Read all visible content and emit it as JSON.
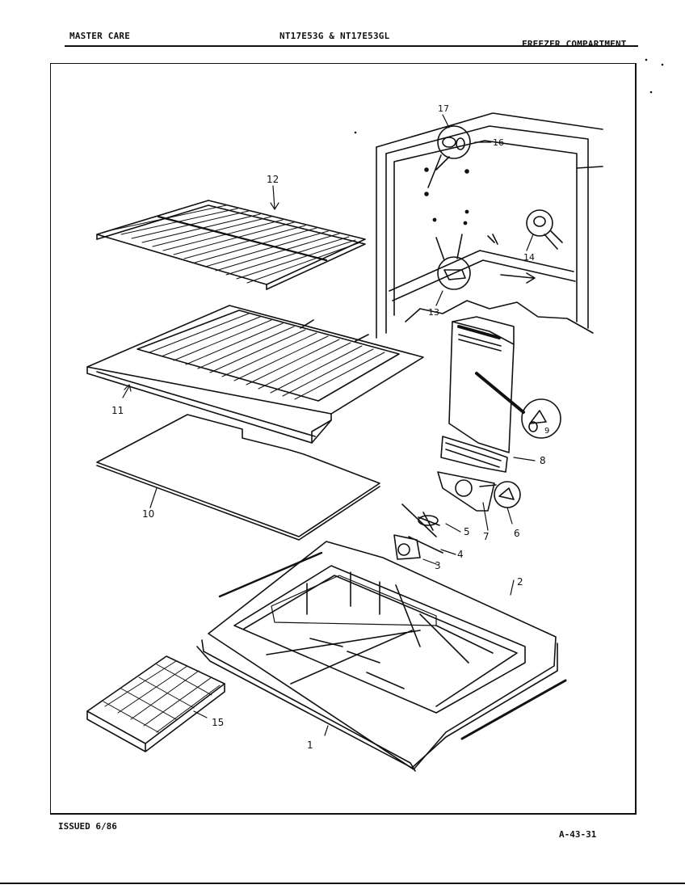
{
  "header": {
    "brand": "MASTER CARE",
    "models": "NT17E53G & NT17E53GL",
    "section": "FREEZER COMPARTMENT"
  },
  "footer": {
    "issued": "ISSUED 6/86",
    "page_code": "A-43-31"
  },
  "callouts": {
    "c1": "1",
    "c2": "2",
    "c3": "3",
    "c4": "4",
    "c5": "5",
    "c6": "6",
    "c7": "7",
    "c8": "8",
    "c9": "9",
    "c10": "10",
    "c11": "11",
    "c12": "12",
    "c13": "13",
    "c14": "14",
    "c15": "15",
    "c16": "16",
    "c17": "17"
  }
}
